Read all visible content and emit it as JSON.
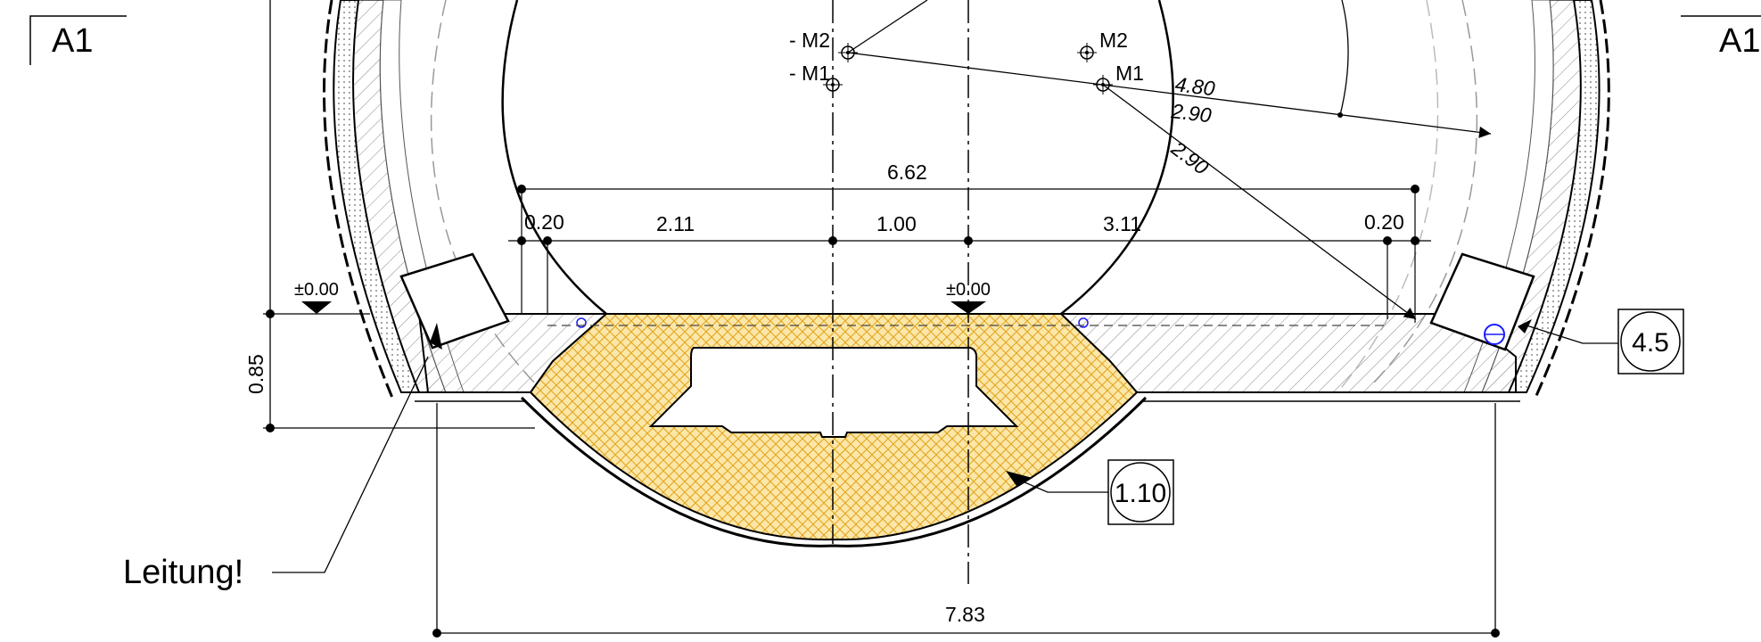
{
  "section_marks": {
    "left": "A1",
    "right": "A1"
  },
  "centers": {
    "m2_left": "- M2",
    "m1_left": "- M1",
    "m2_right": "M2",
    "m1_right": "M1"
  },
  "radii": {
    "r_outer": "4.80",
    "r_inner_a": "2.90",
    "r_inner_b": "2.90"
  },
  "dimensions": {
    "top_span": "6.62",
    "seg_a": "0.20",
    "seg_b": "2.11",
    "seg_c": "1.00",
    "seg_d": "3.11",
    "seg_e": "0.20",
    "height_left": "0.85",
    "bottom_span": "7.83"
  },
  "levels": {
    "left": "±0.00",
    "center": "±0.00"
  },
  "callouts": {
    "detail_right": "4.5",
    "detail_bottom": "1.10"
  },
  "note": "Leitung!",
  "colors": {
    "invert_fill": "#f5c842",
    "ink": "#000000",
    "accent": "#1a1aff"
  }
}
